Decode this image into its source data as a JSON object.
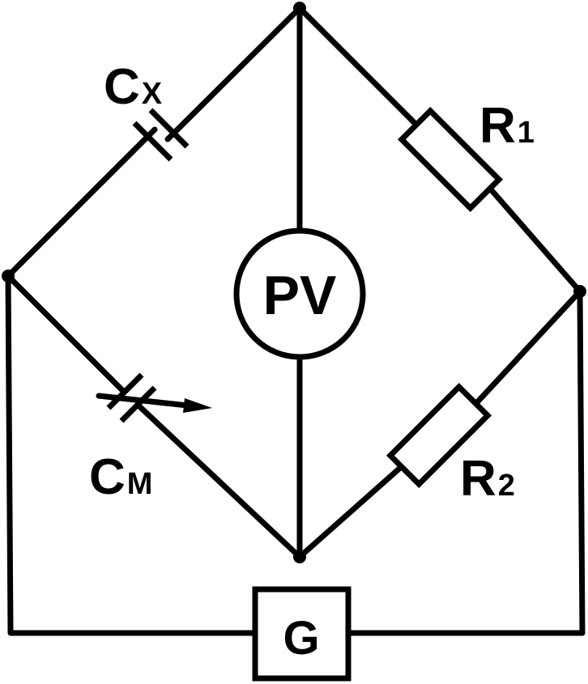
{
  "diagram": {
    "labels": {
      "cx": {
        "main": "C",
        "sub": "X"
      },
      "cm": {
        "main": "C",
        "sub": "M"
      },
      "r1": {
        "main": "R",
        "sub": "1"
      },
      "r2": {
        "main": "R",
        "sub": "2"
      },
      "voltmeter": "PV",
      "generator": "G"
    }
  }
}
